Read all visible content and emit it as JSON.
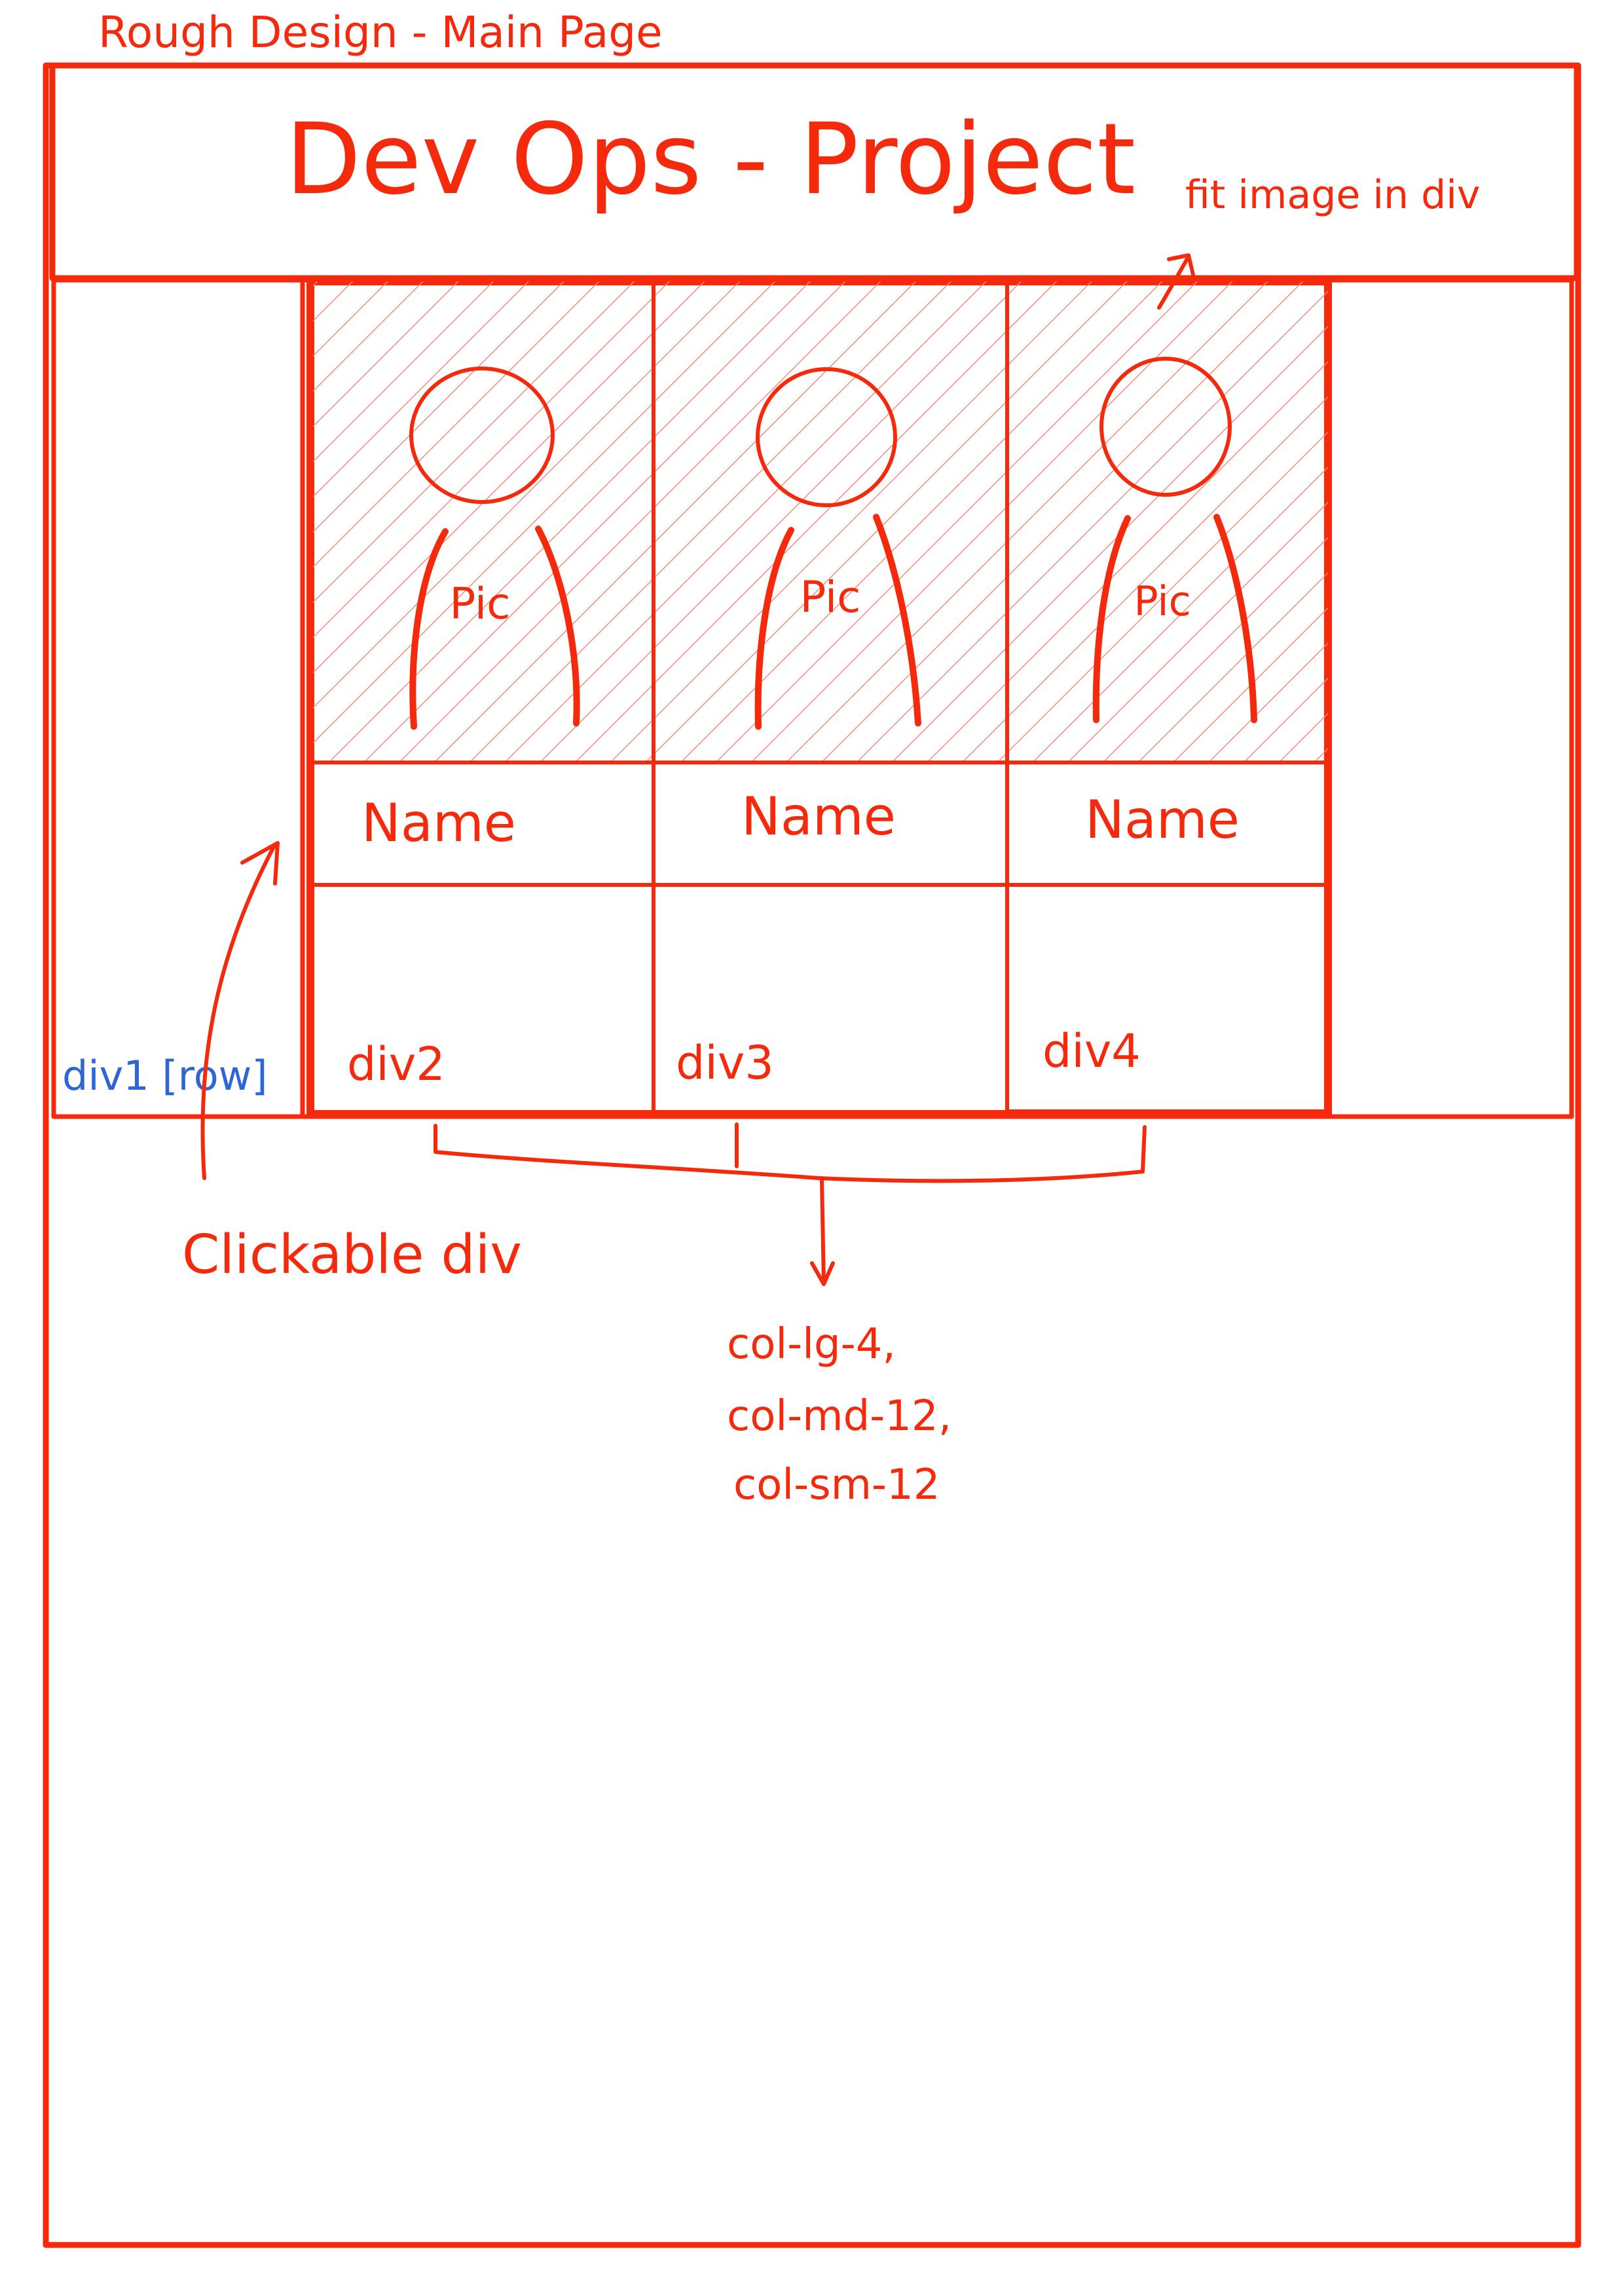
{
  "sketch_title": "Rough Design - Main Page",
  "header": {
    "title": "Dev Ops - Project"
  },
  "annotations": {
    "fit_image": "fit image in div",
    "row_label": "div1 [row]",
    "clickable": "Clickable div",
    "columns": [
      "col-lg-4,",
      "col-md-12,",
      "col-sm-12"
    ]
  },
  "cards": [
    {
      "pic_label": "Pic",
      "name_label": "Name",
      "div_label": "div2"
    },
    {
      "pic_label": "Pic",
      "name_label": "Name",
      "div_label": "div3"
    },
    {
      "pic_label": "Pic",
      "name_label": "Name",
      "div_label": "div4"
    }
  ],
  "colors": {
    "sketch_red": "#f52a0d",
    "hatch_red": "#f78d7c",
    "annotation_blue": "#2f66d6"
  }
}
